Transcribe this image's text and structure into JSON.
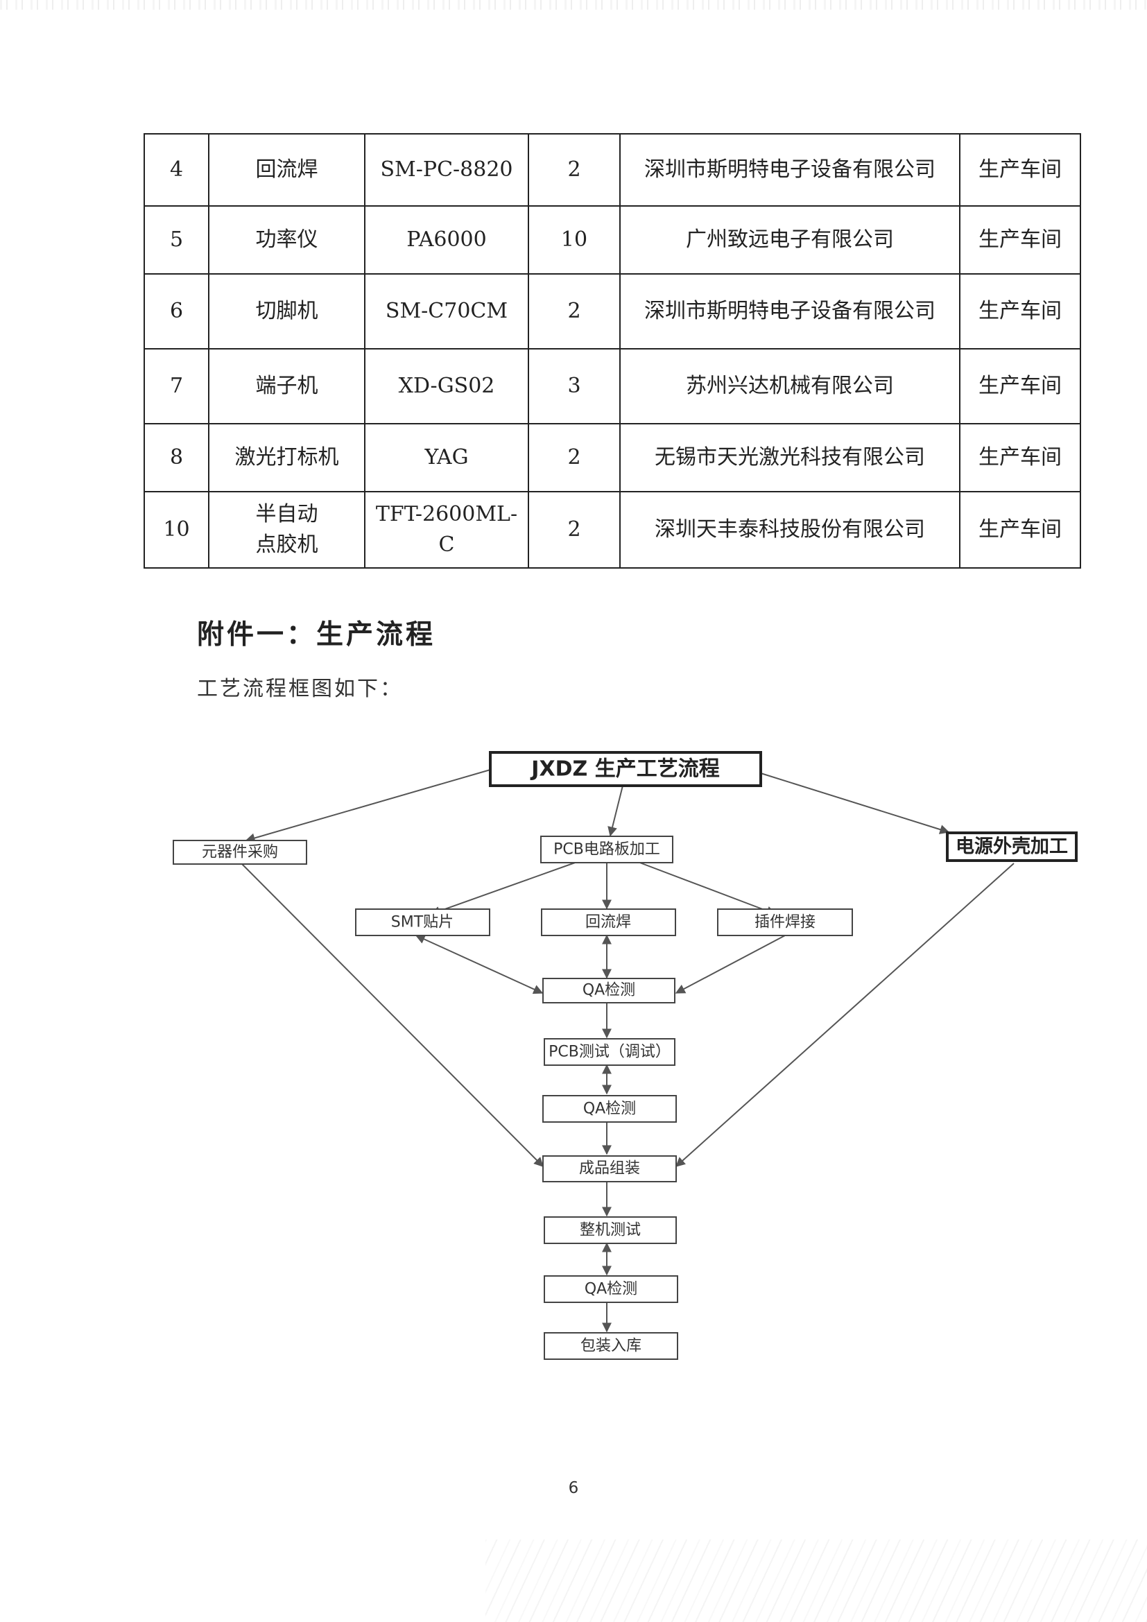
{
  "equipment_table": {
    "rows": [
      {
        "no": "4",
        "name": "回流焊",
        "model": "SM-PC-8820",
        "qty": "2",
        "supplier": "深圳市斯明特电子设备有限公司",
        "location": "生产车间"
      },
      {
        "no": "5",
        "name": "功率仪",
        "model": "PA6000",
        "qty": "10",
        "supplier": "广州致远电子有限公司",
        "location": "生产车间"
      },
      {
        "no": "6",
        "name": "切脚机",
        "model": "SM-C70CM",
        "qty": "2",
        "supplier": "深圳市斯明特电子设备有限公司",
        "location": "生产车间"
      },
      {
        "no": "7",
        "name": "端子机",
        "model": "XD-GS02",
        "qty": "3",
        "supplier": "苏州兴达机械有限公司",
        "location": "生产车间"
      },
      {
        "no": "8",
        "name": "激光打标机",
        "model": "YAG",
        "qty": "2",
        "supplier": "无锡市天光激光科技有限公司",
        "location": "生产车间"
      },
      {
        "no": "10",
        "name": "半自动点胶机",
        "model": "TFT-2600ML-C",
        "qty": "2",
        "supplier": "深圳天丰泰科技股份有限公司",
        "location": "生产车间"
      }
    ]
  },
  "section": {
    "heading": "附件一：生产流程",
    "intro": "工艺流程框图如下："
  },
  "flowchart": {
    "title": "JXDZ 生产工艺流程",
    "component_purchase": "元器件采购",
    "pcb_processing": "PCB电路板加工",
    "housing_processing": "电源外壳加工",
    "smt": "SMT贴片",
    "reflow": "回流焊",
    "insert_weld": "插件焊接",
    "qa1": "QA检测",
    "pcb_test": "PCB测试（调试）",
    "qa2": "QA检测",
    "assembly": "成品组装",
    "machine_test": "整机测试",
    "qa3": "QA检测",
    "packing": "包装入库"
  },
  "page_number": "6"
}
